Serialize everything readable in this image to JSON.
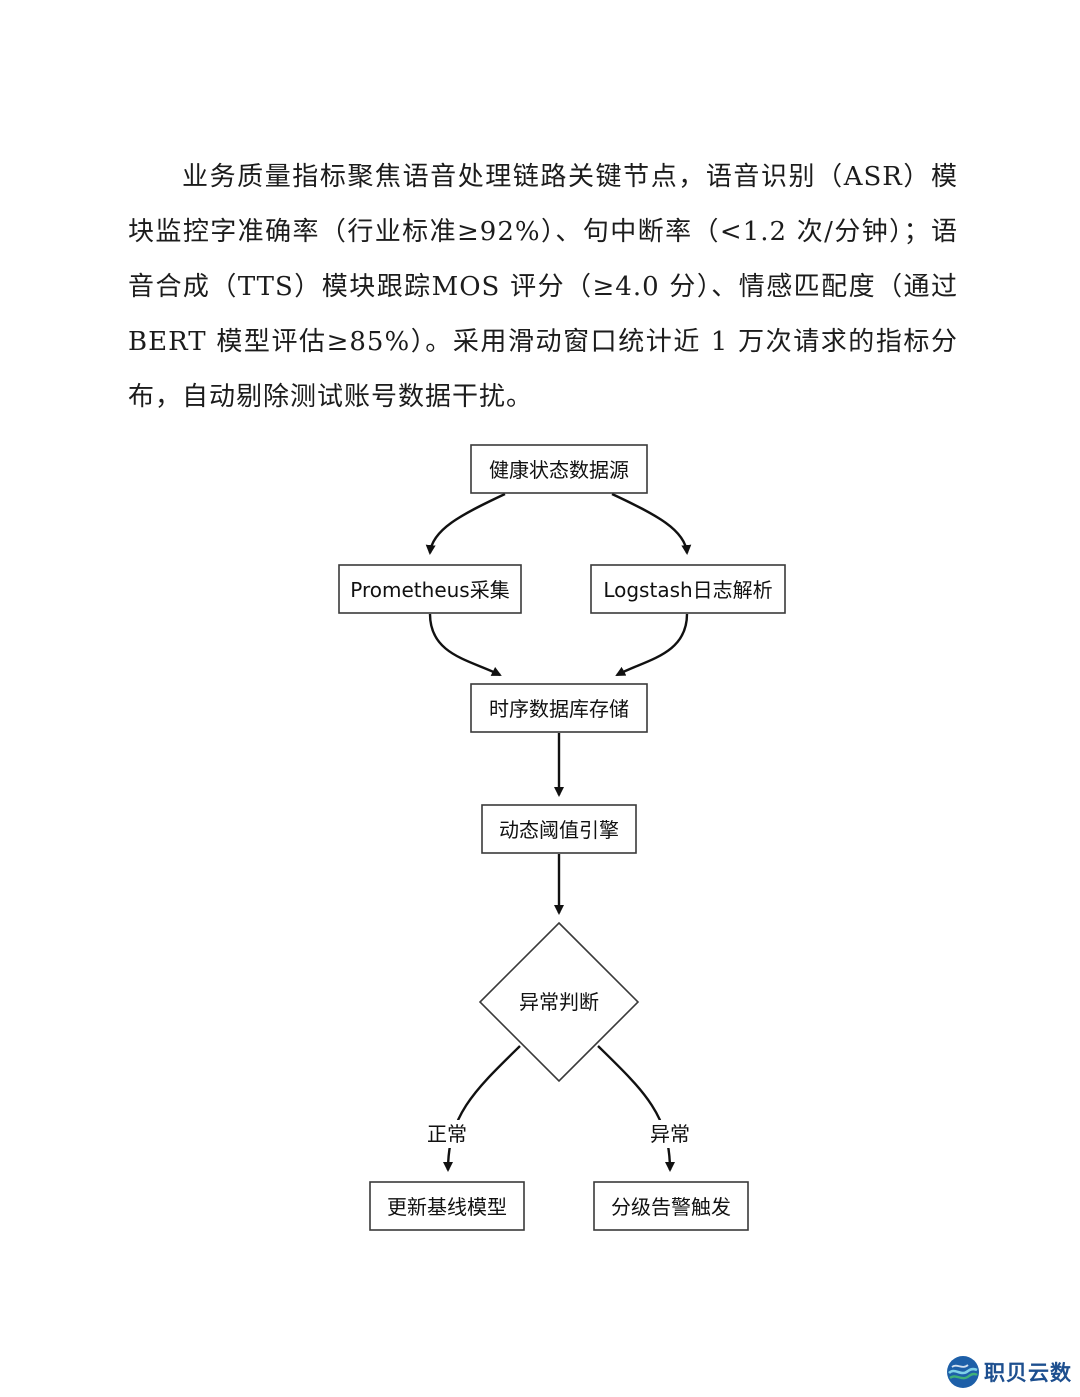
{
  "document": {
    "paragraph": "业务质量指标聚焦语音处理链路关键节点，语音识别（ASR）模块监控字准确率（行业标准≥92%）、句中断率（<1.2 次/分钟）；语音合成（TTS）模块跟踪MOS 评分（≥4.0 分）、情感匹配度（通过 BERT 模型评估≥85%）。采用滑动窗口统计近 1 万次请求的指标分布，自动剔除测试账号数据干扰。"
  },
  "flowchart": {
    "nodes": {
      "source": "健康状态数据源",
      "prometheus": "Prometheus采集",
      "logstash": "Logstash日志解析",
      "tsdb": "时序数据库存储",
      "engine": "动态阈值引擎",
      "decision": "异常判断",
      "update": "更新基线模型",
      "alert": "分级告警触发"
    },
    "edge_labels": {
      "normal": "正常",
      "abnormal": "异常"
    }
  },
  "logo": {
    "text": "职贝云数"
  }
}
